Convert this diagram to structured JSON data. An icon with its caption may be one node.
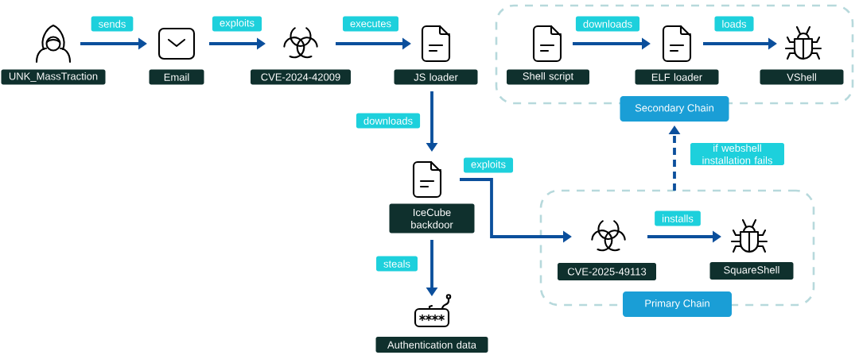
{
  "diagram": {
    "nodes": [
      {
        "text": [
          "UNK_MassTraction"
        ]
      },
      {
        "text": [
          "Email"
        ]
      },
      {
        "text": [
          "CVE-2024-42009"
        ]
      },
      {
        "text": [
          "JS loader"
        ]
      },
      {
        "text": [
          "Secondary Chain"
        ]
      },
      {
        "text": [
          "Shell script"
        ],
        "in": 4
      },
      {
        "text": [
          "ELF loader"
        ],
        "in": 4
      },
      {
        "text": [
          "VShell"
        ],
        "in": 4
      },
      {
        "text": [
          "IceCube backdoor"
        ]
      },
      {
        "text": [
          "Primary Chain"
        ]
      },
      {
        "text": [
          "CVE-2025-49113"
        ],
        "in": 9
      },
      {
        "text": [
          "SquareShell"
        ],
        "in": 9
      },
      {
        "text": [
          "Authentication data"
        ]
      }
    ],
    "edges": [
      {
        "from": 0,
        "to": 1,
        "arrow": "to",
        "label": "sends"
      },
      {
        "from": 1,
        "to": 2,
        "arrow": "to",
        "label": "exploits"
      },
      {
        "from": 2,
        "to": 3,
        "arrow": "to",
        "label": "executes"
      },
      {
        "from": 5,
        "to": 6,
        "arrow": "to",
        "label": "downloads"
      },
      {
        "from": 6,
        "to": 7,
        "arrow": "to",
        "label": "loads"
      },
      {
        "from": 3,
        "to": 8,
        "arrow": "to",
        "label": "downloads"
      },
      {
        "from": 8,
        "to": 10,
        "arrow": "to",
        "label": "exploits"
      },
      {
        "from": 10,
        "to": 11,
        "arrow": "to",
        "label": "installs"
      },
      {
        "from": 9,
        "to": 4,
        "arrow": "to",
        "label": "if webshell installation fails",
        "style": "dashed"
      },
      {
        "from": 8,
        "to": 12,
        "arrow": "to",
        "label": "steals"
      }
    ]
  }
}
